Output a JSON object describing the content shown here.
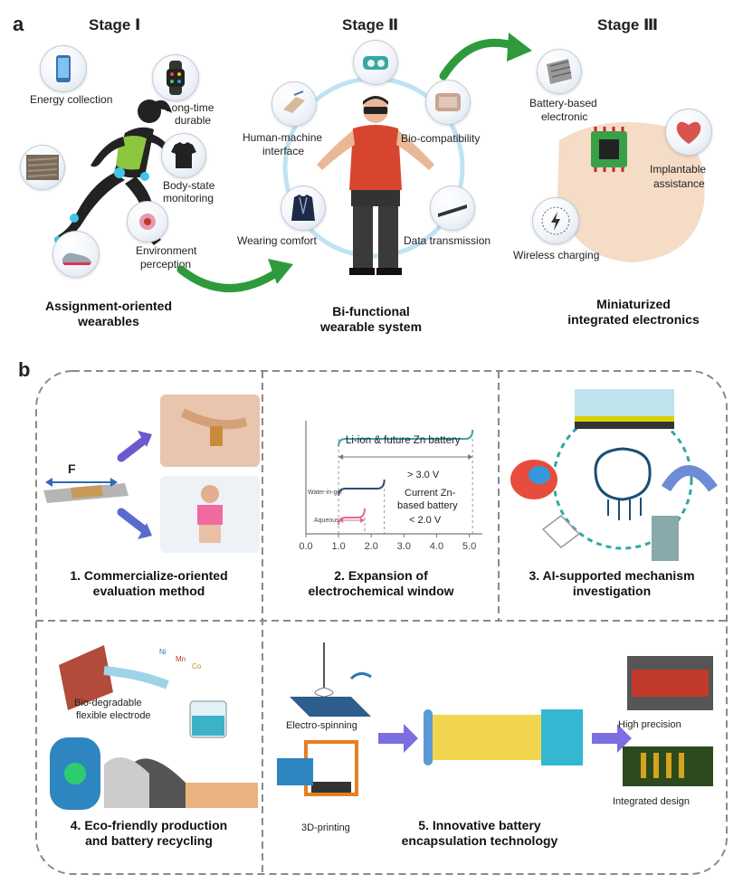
{
  "panel_a": {
    "letter": "a",
    "stages": [
      "Stage Ⅰ",
      "Stage Ⅱ",
      "Stage Ⅲ"
    ],
    "stage1_labels": {
      "energy": "Energy collection",
      "durable_1": "Long-time",
      "durable_2": "durable",
      "body_1": "Body-state",
      "body_2": "monitoring",
      "env_1": "Environment",
      "env_2": "perception"
    },
    "stage2_labels": {
      "hmi_1": "Human-machine",
      "hmi_2": "interface",
      "bio": "Bio-compatibility",
      "wear": "Wearing comfort",
      "data": "Data transmission"
    },
    "stage3_labels": {
      "batt_1": "Battery-based",
      "batt_2": "electronic",
      "impl_1": "Implantable",
      "impl_2": "assistance",
      "wireless": "Wireless charging"
    },
    "captions": {
      "c1_1": "Assignment-oriented",
      "c1_2": "wearables",
      "c2_1": "Bi-functional",
      "c2_2": "wearable system",
      "c3_1": "Miniaturized",
      "c3_2": "integrated electronics"
    }
  },
  "panel_b": {
    "letter": "b",
    "cell1": {
      "force": "F",
      "cap_1": "1. Commercialize-oriented",
      "cap_2": "evaluation method"
    },
    "cell2": {
      "cap_1": "2. Expansion of",
      "cap_2": "electrochemical window",
      "liion": "Li-ion & future Zn battery",
      "gt3": "> 3.0 V",
      "current_1": "Current Zn-",
      "current_2": "based battery",
      "lt2": "< 2.0 V",
      "wig": "Water-in-gel",
      "aq": "Aqueous"
    },
    "cell3": {
      "cap_1": "3. AI-supported mechanism",
      "cap_2": "investigation"
    },
    "cell4": {
      "cap_1": "4. Eco-friendly production",
      "cap_2": "and battery recycling",
      "electrode_1": "Bio-degradable",
      "electrode_2": "flexible electrode",
      "ni": "Ni",
      "mn": "Mn",
      "co": "Co"
    },
    "cell5": {
      "cap_1": "5. Innovative battery",
      "cap_2": "encapsulation technology",
      "spin": "Electro-spinning",
      "print": "3D-printing",
      "precision": "High precision",
      "integrated": "Integrated design"
    }
  },
  "chart_data": {
    "type": "line",
    "x_ticks": [
      "0.0",
      "1.0",
      "2.0",
      "3.0",
      "4.0",
      "5.0"
    ],
    "xlim": [
      0,
      5.4
    ],
    "series": [
      {
        "name": "Li-ion & future Zn battery",
        "x": [
          1.0,
          5.1
        ],
        "y": [
          3,
          3
        ]
      },
      {
        "name": "Water-in-gel",
        "x": [
          1.0,
          2.4
        ],
        "y": [
          2,
          2
        ]
      },
      {
        "name": "Aqueous",
        "x": [
          1.0,
          1.8
        ],
        "y": [
          1,
          1
        ]
      }
    ],
    "colors": {
      "teal": "#3aa6a0",
      "navy": "#2e4a7a",
      "pink": "#e06a9a"
    }
  }
}
